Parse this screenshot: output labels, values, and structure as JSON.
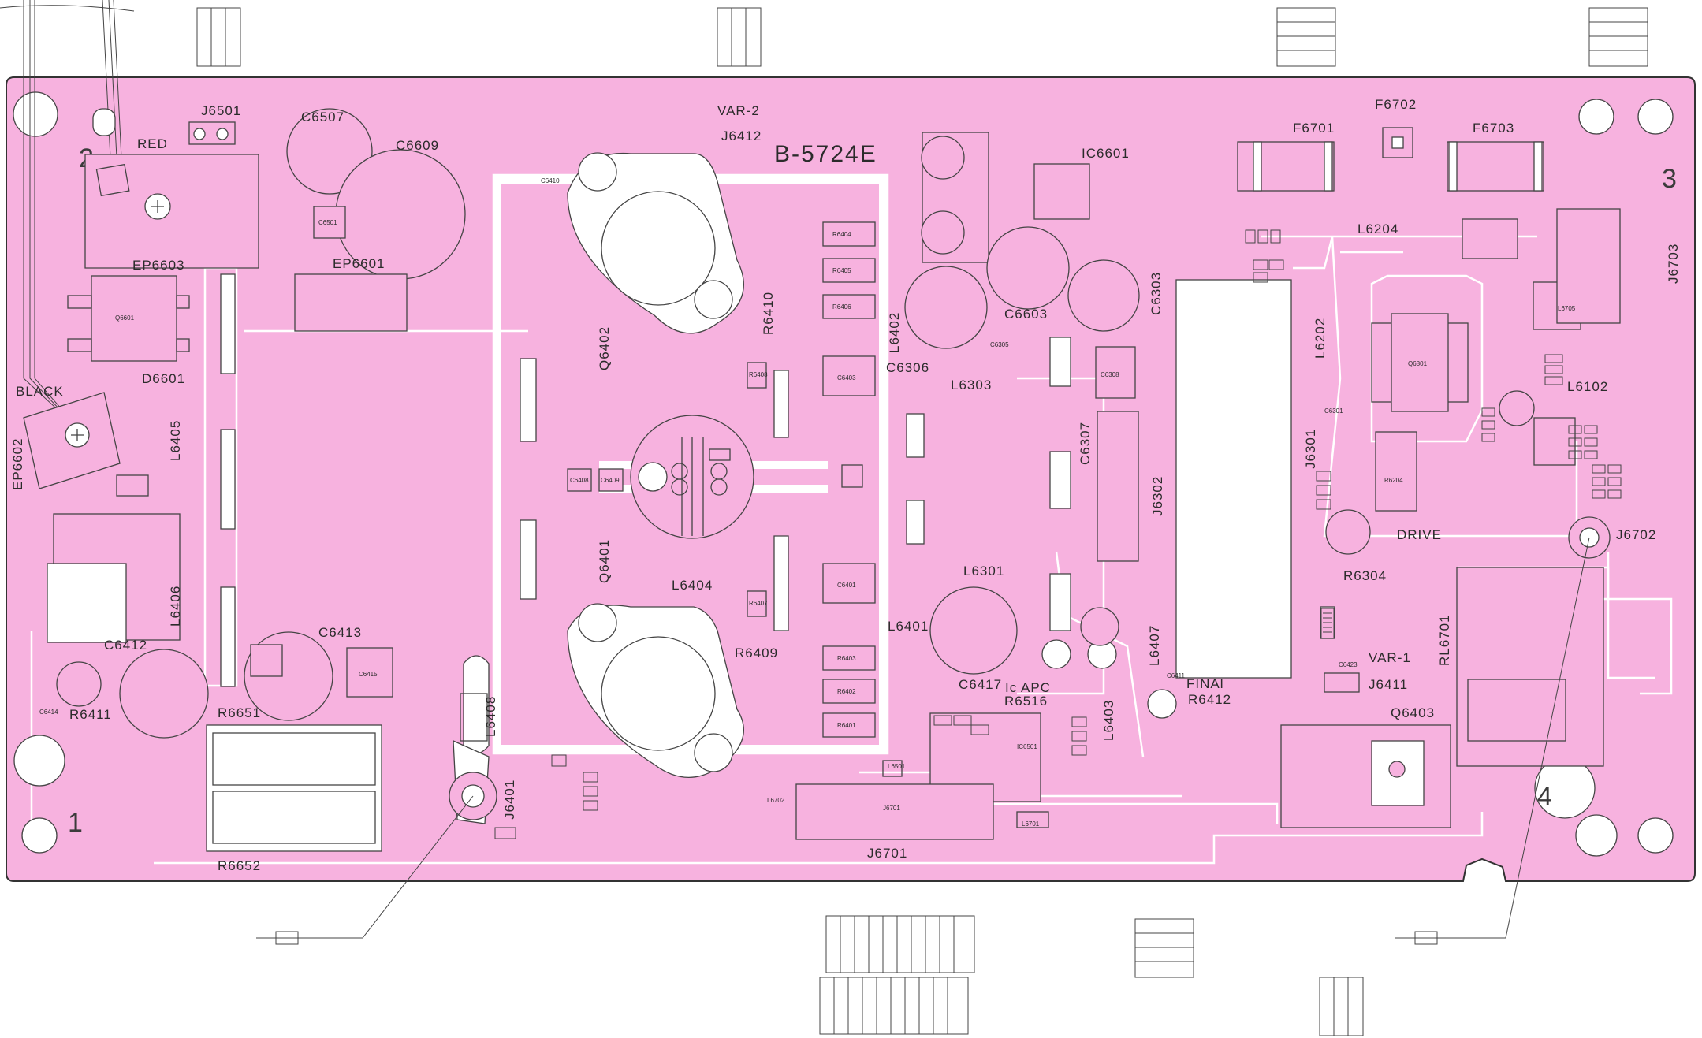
{
  "board": {
    "title": "B-5724E",
    "color": "#f7b2df",
    "corner_numbers": [
      "1",
      "2",
      "3",
      "4"
    ]
  },
  "wires": {
    "red": "RED",
    "black": "BLACK"
  },
  "trimmers": {
    "var1": "VAR-1",
    "var2": "VAR-2"
  },
  "pots": {
    "drive": "DRIVE",
    "final": "FINAl",
    "ic_apc": "Ic APC"
  },
  "labels": {
    "J6501": "J6501",
    "C6507": "C6507",
    "C6609": "C6609",
    "J6412": "J6412",
    "IC6601": "IC6601",
    "F6702": "F6702",
    "F6701": "F6701",
    "F6703": "F6703",
    "EP6603": "EP6603",
    "EP6601": "EP6601",
    "D6601": "D6601",
    "EP6602": "EP6602",
    "L6405": "L6405",
    "L6406": "L6406",
    "C6412": "C6412",
    "R6411": "R6411",
    "C6413": "C6413",
    "R6651": "R6651",
    "R6652": "R6652",
    "L6408": "L6408",
    "J6401": "J6401",
    "Q6402": "Q6402",
    "Q6401": "Q6401",
    "R6410": "R6410",
    "L6404": "L6404",
    "R6409": "R6409",
    "L6402": "L6402",
    "L6401": "L6401",
    "C6306": "C6306",
    "C6603": "C6603",
    "C6303": "C6303",
    "L6303": "L6303",
    "C6307": "C6307",
    "J6302": "J6302",
    "L6301": "L6301",
    "C6417": "C6417",
    "R6516": "R6516",
    "L6403": "L6403",
    "L6407": "L6407",
    "R6412": "R6412",
    "J6701": "J6701",
    "L6204": "L6204",
    "L6202": "L6202",
    "J6301": "J6301",
    "R6304": "R6304",
    "J6411": "J6411",
    "Q6403": "Q6403",
    "L6102": "L6102",
    "J6703": "J6703",
    "J6702": "J6702",
    "RL6701": "RL6701"
  },
  "small_labels": {
    "R6404": "R6404",
    "R6405": "R6405",
    "R6406": "R6406",
    "C6403": "C6403",
    "R6408": "R6408",
    "C6401": "C6401",
    "R6403": "R6403",
    "R6402": "R6402",
    "R6401": "R6401",
    "R6407": "R6407",
    "C6408": "C6408",
    "C6409": "C6409",
    "C6415": "C6415",
    "C6414": "C6414",
    "C6411": "C6411",
    "C6410": "C6410",
    "C6501": "C6501",
    "IC6501": "IC6501",
    "Q6601": "Q6601",
    "Q6801": "Q6801",
    "C6308": "C6308",
    "C6305": "C6305",
    "L6705": "L6705",
    "L6702": "L6702",
    "L6701": "L6701",
    "J6701s": "J6701",
    "L6501": "L6501",
    "C6423": "C6423",
    "R6204": "R6204",
    "C6301": "C6301"
  }
}
